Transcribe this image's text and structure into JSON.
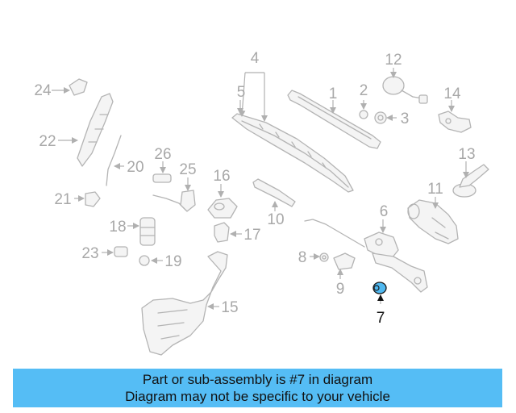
{
  "callouts": [
    "1",
    "2",
    "3",
    "4",
    "5",
    "6",
    "7",
    "8",
    "9",
    "10",
    "11",
    "12",
    "13",
    "14",
    "15",
    "16",
    "17",
    "18",
    "19",
    "20",
    "21",
    "22",
    "23",
    "24",
    "25",
    "26"
  ],
  "highlighted_callout": "7",
  "banner": {
    "line1": "Part or sub-assembly is #7 in diagram",
    "line2": "Diagram may not be specific to your vehicle"
  },
  "colors": {
    "banner_background": "#55bdf5",
    "line_art": "#b4b4b4",
    "highlight_part": "#4fb8f0",
    "highlight_label": "#111111"
  }
}
